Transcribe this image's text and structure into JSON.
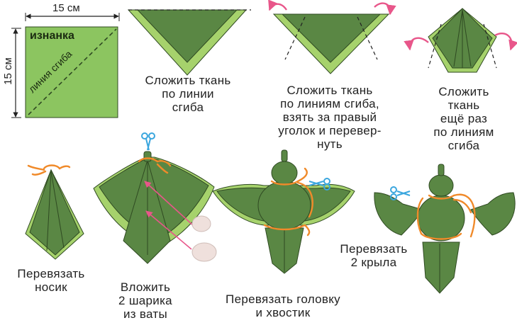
{
  "colors": {
    "dark_green": "#5a8744",
    "light_green": "#a6d26c",
    "square_green": "#8cc560",
    "outline": "#2f4a22",
    "thread": "#f08a2a",
    "pink_arrow": "#e8568a",
    "cotton": "#efe0dc",
    "scissors": "#3aa6de"
  },
  "icons": [
    "scissors-icon",
    "cotton-ball-icon",
    "rotate-arrow-icon",
    "thread-knot-icon"
  ],
  "square": {
    "width_label": "15 см",
    "height_label": "15 см",
    "side_label": "изнанка",
    "fold_label": "линия сгиба"
  },
  "steps": {
    "step1": [
      "Сложить ткань",
      "по линии",
      "сгиба"
    ],
    "step2": [
      "Сложить ткань",
      "по линиям сгиба,",
      "взять за правый",
      "уголок и перевер-",
      "нуть"
    ],
    "step3": [
      "Сложить",
      "ткань",
      "ещё раз",
      "по линиям",
      "сгиба"
    ],
    "step4": [
      "Перевязать",
      "носик"
    ],
    "step5": [
      "Вложить",
      "2 шарика",
      "из ваты"
    ],
    "step6": [
      "Перевязать головку",
      "и хвостик"
    ],
    "step7": [
      "Перевязать",
      "2 крыла"
    ]
  }
}
